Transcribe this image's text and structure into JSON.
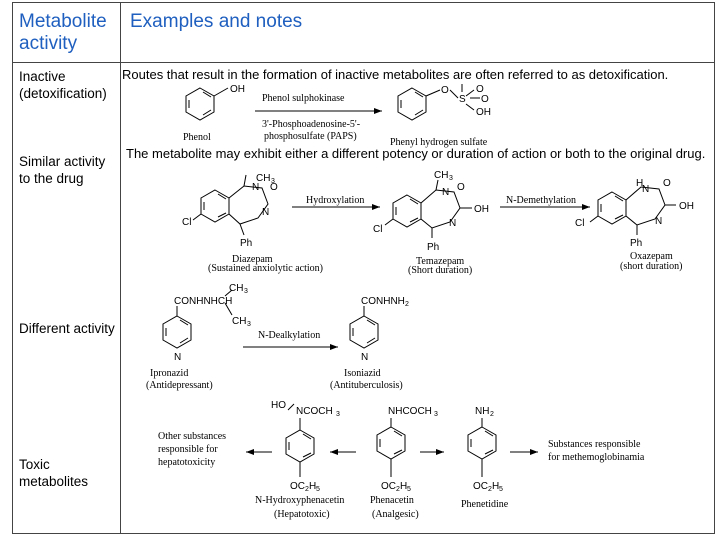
{
  "headers": {
    "col1": "Metabolite activity",
    "col2": "Examples and notes"
  },
  "rows": {
    "inactive": {
      "label": "Inactive (detoxification)",
      "note": "Routes that result in the formation of inactive metabolites are often referred to as detoxification.",
      "enzyme": "Phenol sulphokinase",
      "cofactor1": "3'-Phosphoadenosine-5'-",
      "cofactor2": "phosphosulfate (PAPS)",
      "substrate": "Phenol",
      "product": "Phenyl hydrogen sulfate"
    },
    "similar": {
      "label": "Similar activity to the drug",
      "note": "The metabolite may exhibit either a different potency or duration of action or both to the original drug.",
      "step1": "Hydroxylation",
      "step2": "N-Demethylation",
      "drug1_name": "Diazepam",
      "drug1_desc": "(Sustained anxiolytic action)",
      "drug2_name": "Temazepam",
      "drug2_desc": "(Short duration)",
      "drug3_name": "Oxazepam",
      "drug3_desc": "(short duration)"
    },
    "different": {
      "label": "Different activity",
      "step": "N-Dealkylation",
      "drug1_name": "Ipronazid",
      "drug1_desc": "(Antidepressant)",
      "drug2_name": "Isoniazid",
      "drug2_desc": "(Antituberculosis)"
    },
    "toxic": {
      "label": "Toxic metabolites",
      "left_note1": "Other substances",
      "left_note2": "responsible for",
      "left_note3": "hepatotoxicity",
      "right_note1": "Substances responsible",
      "right_note2": "for methemoglobinamia",
      "m1_name": "N-Hydroxyphenacetin",
      "m1_desc": "(Hepatotoxic)",
      "m2_name": "Phenacetin",
      "m2_desc": "(Analgesic)",
      "m3_name": "Phenetidine"
    }
  }
}
